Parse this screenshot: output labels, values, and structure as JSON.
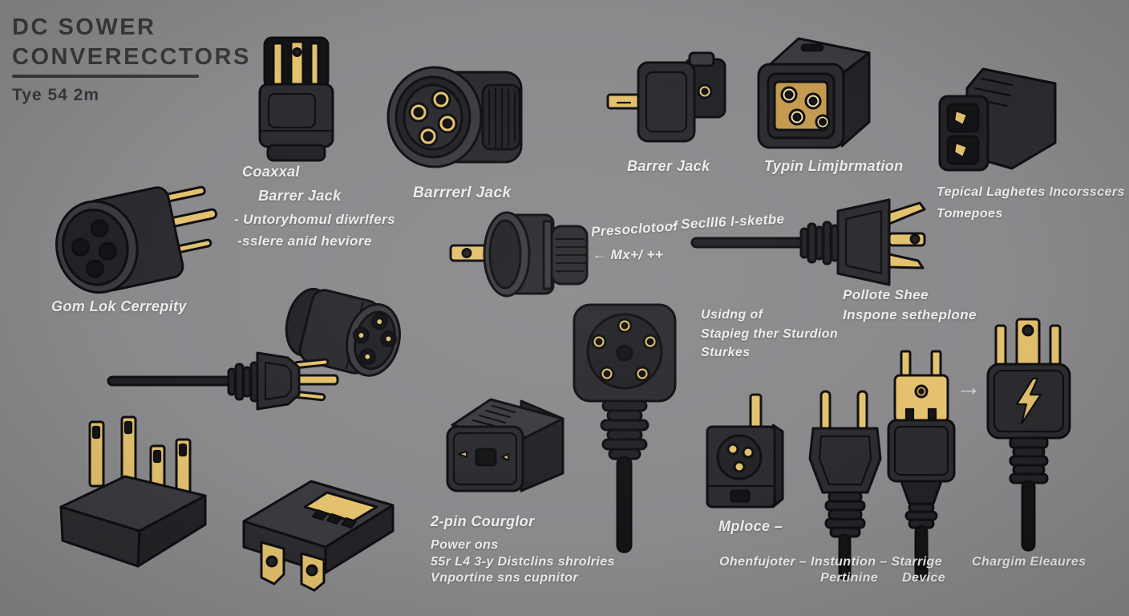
{
  "title": {
    "line1": "DC SOWER",
    "line2": "CONVERECCTORS",
    "subtitle": "Tye 54 2m"
  },
  "colors": {
    "background": "#8a8a8d",
    "title_text": "#39393c",
    "label_text": "#ececec",
    "gold": "#e3c16d",
    "body": "#2c2c30",
    "arrow": "#cfcfd3"
  },
  "icons": {
    "arrow_right": "→"
  },
  "labels": {
    "coaxial_title": "Coaxxal",
    "coaxial_sub": "Barrer Jack",
    "coaxial_note1": "- Untoryhomul diwrlfers",
    "coaxial_note2": "-sslere anid heviore",
    "barrel_large": "Barrrerl Jack",
    "barrel_right": "Barrer Jack",
    "typin": "Typin Limjbrmation",
    "topical_1": "Tepical Laghetes Incorsscers",
    "topical_2": "Tomepoes",
    "presoclotoof": "Presoclotoof",
    "seclib": "- Seclll6 l-sketbe",
    "mx": "← Mx+/ ++",
    "gom": "Gom Lok Cerrepity",
    "pollote_1": "Pollote Shee",
    "pollote_2": "Inspone setheplone",
    "usidng_1": "Usidng of",
    "usidng_2": "Stapieg ther Sturdion",
    "usidng_3": "Sturkes",
    "twopin": "2-pin Courglor",
    "power_1": "Power ons",
    "power_2": "55r L4 3-y Distclins shrolries",
    "power_3": "Vnportine sns cupnitor",
    "mploce": "Mploce –",
    "bottom_chain": "Ohenfujoter – Instuntion – Starrige",
    "bottom_chain2a": "Pertinine",
    "bottom_chain2b": "Device",
    "chargim": "Chargim Eleaures"
  },
  "illustrations": [
    "dc-barrel-connector-4pin",
    "coaxial-plug",
    "barrel-jack-round",
    "barrel-jack-blade",
    "four-pin-cube-socket",
    "dual-slot-adapter",
    "blade-adapter-barrel",
    "three-blade-plug-with-cable",
    "barrel-connector-angled",
    "three-pin-plug-with-cable",
    "five-pin-round-head-cable",
    "four-blade-terminal-block",
    "flat-terminal-adapter",
    "power-cube-adapter",
    "three-dot-socket-plug",
    "euro-two-pin-plug",
    "two-prong-insert-plug",
    "charger-plug-lightning"
  ]
}
